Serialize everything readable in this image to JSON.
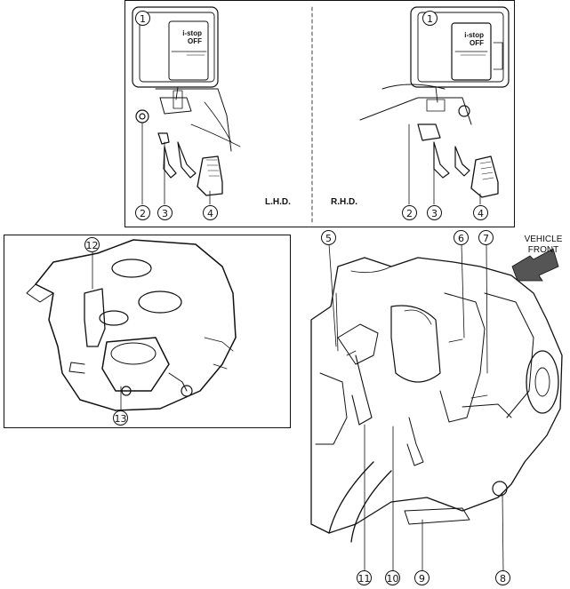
{
  "top_panel": {
    "lhd_label": "L.H.D.",
    "rhd_label": "R.H.D.",
    "switch_text_line1": "i-stop",
    "switch_text_line2": "OFF"
  },
  "callouts": {
    "c1": "1",
    "c2": "2",
    "c3": "3",
    "c4": "4",
    "c5": "5",
    "c6": "6",
    "c7": "7",
    "c8": "8",
    "c9": "9",
    "c10": "10",
    "c11": "11",
    "c12": "12",
    "c13": "13"
  },
  "vehicle_front": {
    "line1": "VEHICLE",
    "line2": "FRONT"
  }
}
